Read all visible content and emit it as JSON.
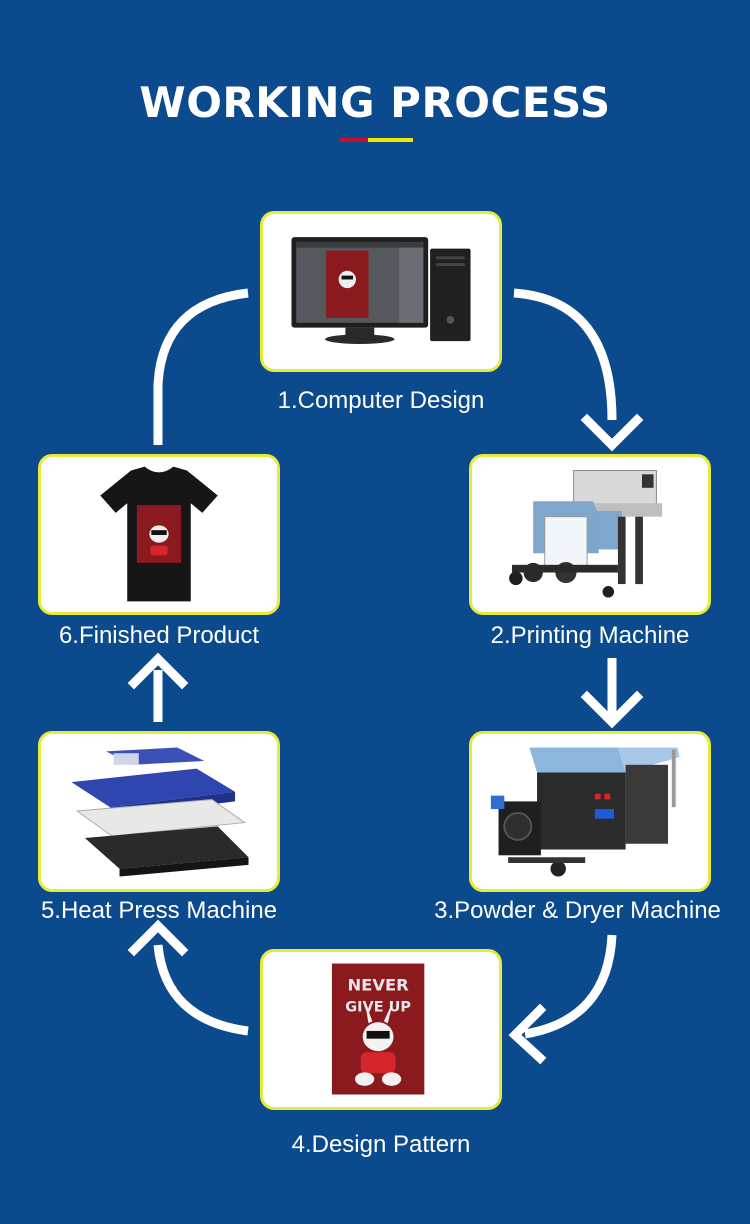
{
  "header": {
    "title": "WORKING PROCESS"
  },
  "steps": [
    {
      "label": "1.Computer Design",
      "icon": "computer-icon"
    },
    {
      "label": "2.Printing Machine",
      "icon": "printer-icon"
    },
    {
      "label": "3.Powder & Dryer Machine",
      "icon": "dryer-icon"
    },
    {
      "label": "4.Design Pattern",
      "icon": "pattern-icon"
    },
    {
      "label": "5.Heat Press Machine",
      "icon": "heat-press-icon"
    },
    {
      "label": "6.Finished Product",
      "icon": "tshirt-icon"
    }
  ],
  "artwork": {
    "line1": "NEVER",
    "line2": "GIVE UP"
  },
  "colors": {
    "background": "#0b4a8c",
    "card_border": "#e6ea38",
    "accent_red": "#c8102e",
    "accent_yellow": "#f2e500",
    "arrow": "#ffffff"
  }
}
